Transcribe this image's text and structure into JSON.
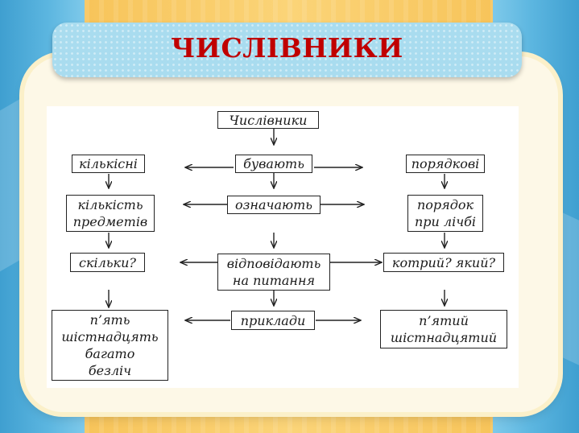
{
  "slide": {
    "title": "ЧИСЛІВНИКИ"
  },
  "diagram": {
    "root": "Числівники",
    "center": {
      "row1": "бувають",
      "row2": "означають",
      "row3_line1": "відповідають",
      "row3_line2": "на питання",
      "row4": "приклади"
    },
    "left": {
      "row1": "кількісні",
      "row2_line1": "кількість",
      "row2_line2": "предметів",
      "row3": "скільки?",
      "row4_line1": "п’ять",
      "row4_line2": "шістнадцять",
      "row4_line3": "багато",
      "row4_line4": "безліч"
    },
    "right": {
      "row1": "порядкові",
      "row2_line1": "порядок",
      "row2_line2": "при лічбі",
      "row3": "котрий? який?",
      "row4_line1": "п’ятий",
      "row4_line2": "шістнадцятий"
    },
    "colors": {
      "title": "#c00000",
      "line": "#222222"
    }
  }
}
